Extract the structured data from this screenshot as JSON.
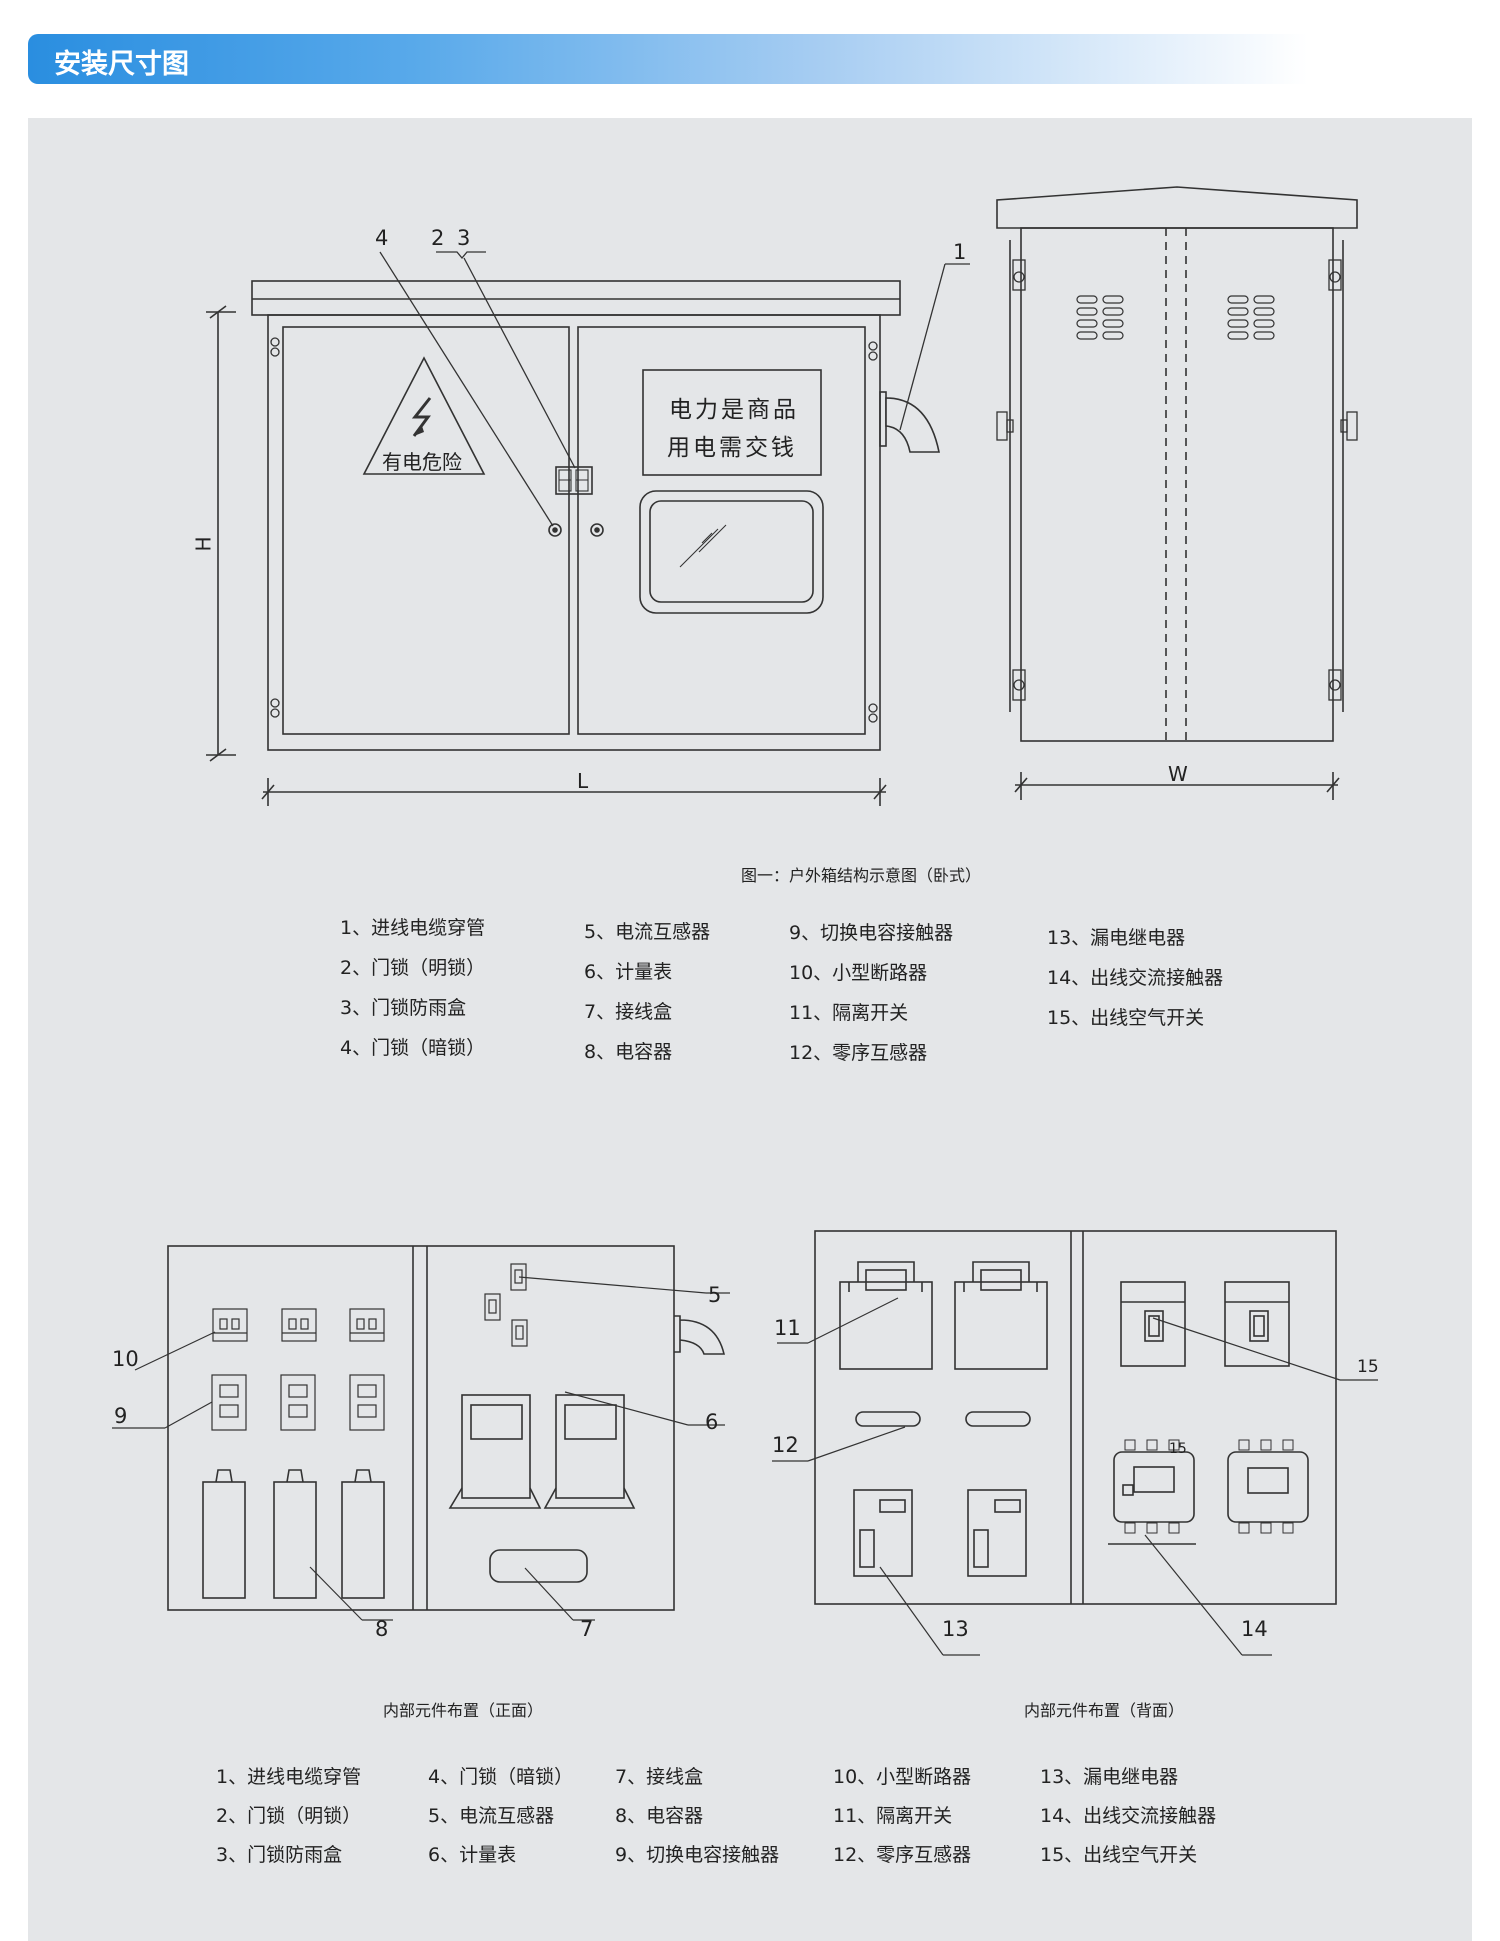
{
  "header": {
    "title": "安装尺寸图"
  },
  "figure1": {
    "warning_sign": "有电危险",
    "notice_line1": "电力是商品",
    "notice_line2": "用电需交钱",
    "dim_H": "H",
    "dim_L": "L",
    "dim_W": "W",
    "callouts": [
      "4",
      "2",
      "3",
      "1"
    ],
    "caption": "图一：户外箱结构示意图（卧式）"
  },
  "legend_top": [
    [
      "1、进线电缆穿管",
      "2、门锁（明锁）",
      "3、门锁防雨盒",
      "4、门锁（暗锁）"
    ],
    [
      "5、电流互感器",
      "6、计量表",
      "7、接线盒",
      "8、电容器"
    ],
    [
      "9、切换电容接触器",
      "10、小型断路器",
      "11、隔离开关",
      "12、零序互感器"
    ],
    [
      "13、漏电继电器",
      "14、出线交流接触器",
      "15、出线空气开关"
    ]
  ],
  "figure2": {
    "caption": "内部元件布置（正面）",
    "callouts": [
      "10",
      "9",
      "8",
      "5",
      "6",
      "7"
    ]
  },
  "figure3": {
    "caption": "内部元件布置（背面）",
    "callouts": [
      "11",
      "12",
      "13",
      "15",
      "14"
    ],
    "stray_label": "15"
  },
  "legend_bottom": [
    [
      "1、进线电缆穿管",
      "2、门锁（明锁）",
      "3、门锁防雨盒"
    ],
    [
      "4、门锁（暗锁）",
      "5、电流互感器",
      "6、计量表"
    ],
    [
      "7、接线盒",
      "8、电容器",
      "9、切换电容接触器"
    ],
    [
      "10、小型断路器",
      "11、隔离开关",
      "12、零序互感器"
    ],
    [
      "13、漏电继电器",
      "14、出线交流接触器",
      "15、出线空气开关"
    ]
  ]
}
